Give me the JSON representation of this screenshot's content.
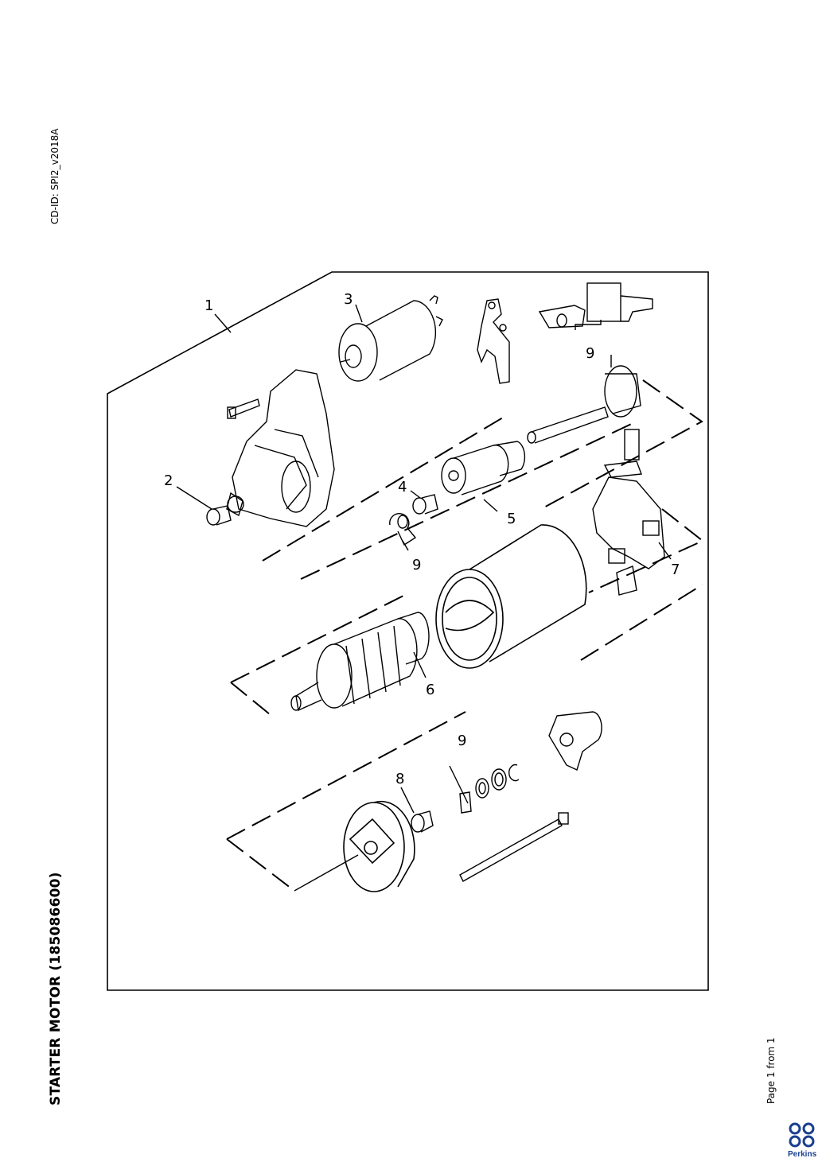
{
  "header": {
    "cd_id": "CD-ID: SPI2_v2018A"
  },
  "title": "STARTER MOTOR (185086600)",
  "footer": {
    "page": "Page 1 from 1",
    "brand": "Perkins"
  },
  "callouts": [
    {
      "id": "c1",
      "label": "1"
    },
    {
      "id": "c2",
      "label": "2"
    },
    {
      "id": "c3",
      "label": "3"
    },
    {
      "id": "c4",
      "label": "4"
    },
    {
      "id": "c5",
      "label": "5"
    },
    {
      "id": "c6",
      "label": "6"
    },
    {
      "id": "c7",
      "label": "7"
    },
    {
      "id": "c8",
      "label": "8"
    },
    {
      "id": "c9a",
      "label": "9"
    },
    {
      "id": "c9b",
      "label": "9"
    },
    {
      "id": "c9c",
      "label": "9"
    }
  ],
  "colors": {
    "line": "#000000",
    "brand": "#1a3f8f"
  }
}
